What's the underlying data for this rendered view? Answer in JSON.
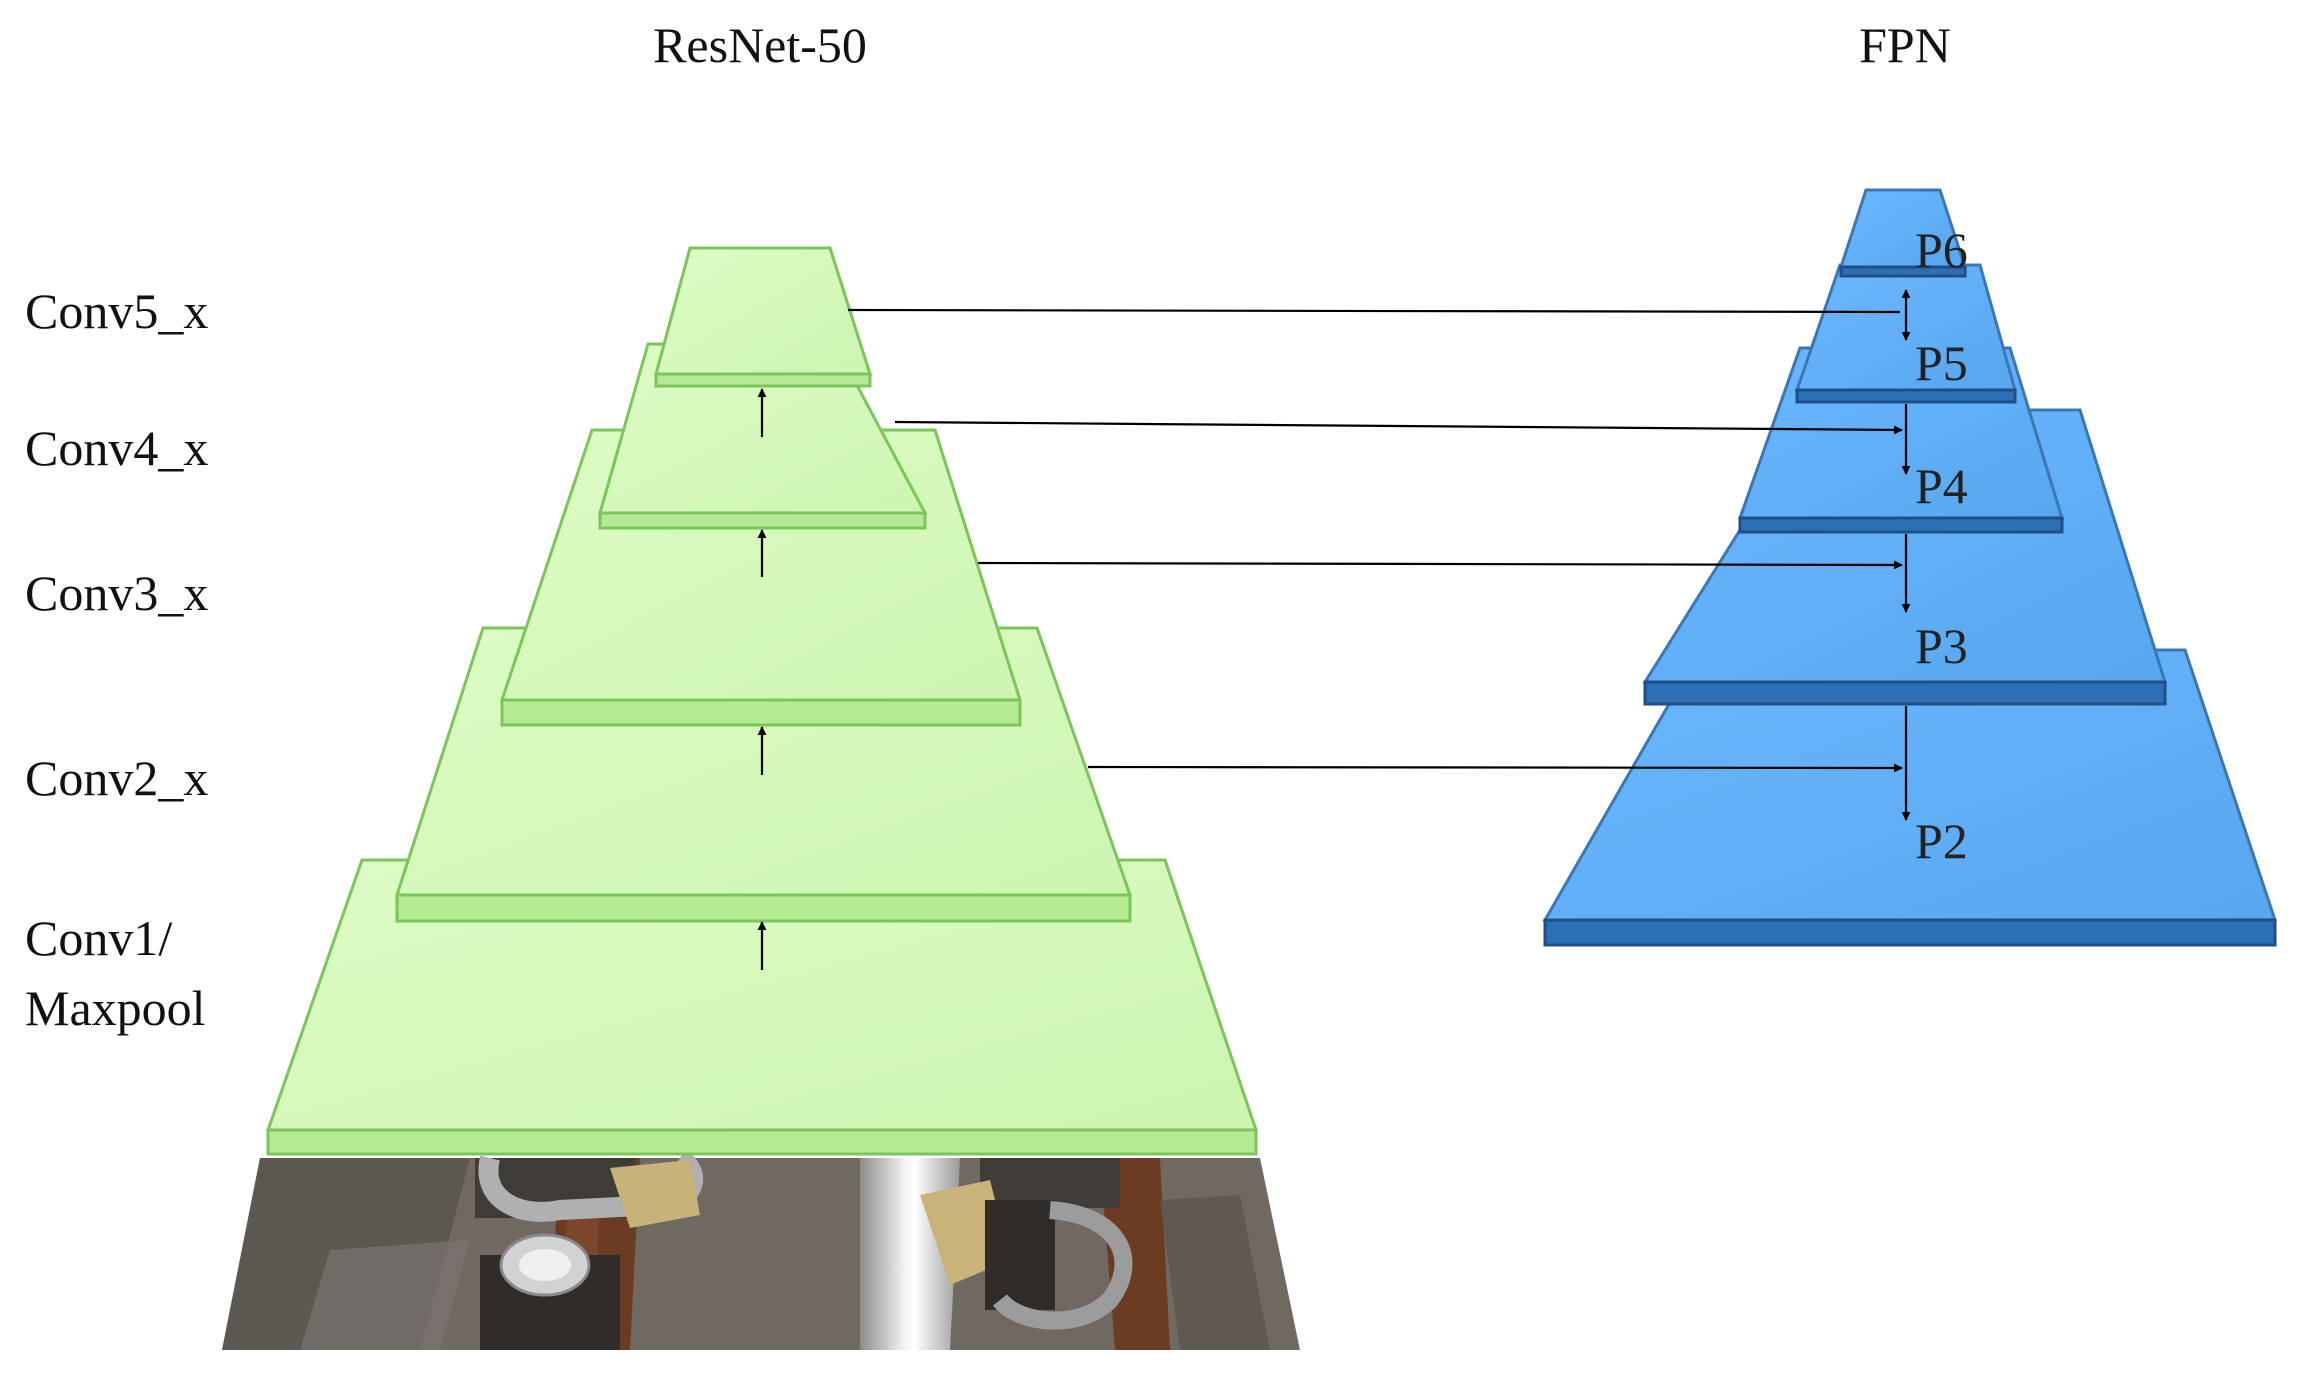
{
  "titles": {
    "backbone": "ResNet-50",
    "neck": "FPN"
  },
  "stage_labels": {
    "conv5": "Conv5_x",
    "conv4": "Conv4_x",
    "conv3": "Conv3_x",
    "conv2": "Conv2_x",
    "conv1_line1": "Conv1/",
    "conv1_line2": "Maxpool"
  },
  "pyramid_levels": {
    "p6": "P6",
    "p5": "P5",
    "p4": "P4",
    "p3": "P3",
    "p2": "P2"
  },
  "colors": {
    "backbone_fill": "#d6fbbd",
    "backbone_edge": "#7cc55a",
    "fpn_fill": "#62aff5",
    "fpn_edge": "#2a6aa8",
    "fpn_base": "#2b6fb5"
  }
}
